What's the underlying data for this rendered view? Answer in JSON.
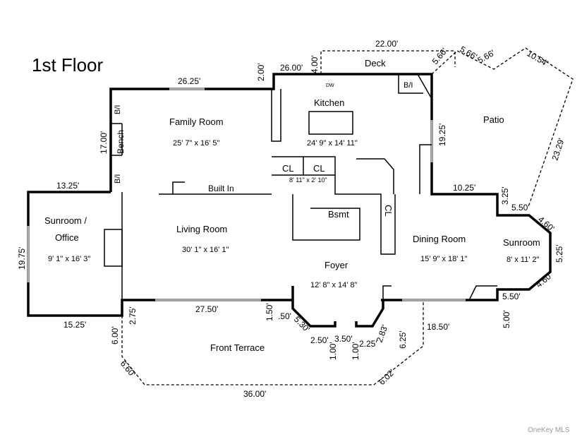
{
  "title": "1st Floor",
  "watermark": "OneKey MLS",
  "rooms": {
    "family_room": {
      "name": "Family Room",
      "size": "25' 7\" x 16' 5\""
    },
    "kitchen": {
      "name": "Kitchen",
      "size": "24' 9\" x 14' 11\""
    },
    "deck": {
      "name": "Deck"
    },
    "patio": {
      "name": "Patio"
    },
    "sunroom_office": {
      "name_line1": "Sunroom /",
      "name_line2": "Office",
      "size": "9' 1\" x 16' 3\""
    },
    "living_room": {
      "name": "Living Room",
      "size": "30' 1\" x 16' 1\""
    },
    "foyer": {
      "name": "Foyer",
      "size": "12' 8\" x 14' 8\""
    },
    "dining_room": {
      "name": "Dining Room",
      "size": "15' 9\" x 18' 1\""
    },
    "sunroom": {
      "name": "Sunroom",
      "size": "8' x 11' 2\""
    },
    "front_terrace": {
      "name": "Front Terrace"
    },
    "half_bath": {
      "size": "8' 11\" x 2' 10\""
    },
    "closet1": "CL",
    "closet2": "CL",
    "closet3": "CL",
    "basement": "Bsmt",
    "built_in": "Built In",
    "bench": "Bench",
    "bi1": "B/I",
    "bi2": "B/I",
    "bi3": "B/I",
    "dw": "DW"
  },
  "dimensions": [
    "26.25'",
    "2.00'",
    "26.00'",
    "4.00'",
    "22.00'",
    "5.66'",
    "5.66'",
    "5.66'",
    "10.54'",
    "23.29'",
    "19.25'",
    "17.00'",
    "13.25'",
    "19.75'",
    "15.25'",
    "6.00'",
    "2.75'",
    "27.50'",
    "1.50'",
    ".50'",
    "5.30'",
    "2.50'",
    "3.50'",
    "2.25'",
    "2.83'",
    "6.25'",
    "1.00'",
    "1.00'",
    "6.60'",
    "36.00'",
    "6.02'",
    "18.50'",
    "10.25'",
    "3.25'",
    "5.50'",
    "4.60'",
    "5.25'",
    "4.60'",
    "5.50'",
    "5.00'"
  ]
}
